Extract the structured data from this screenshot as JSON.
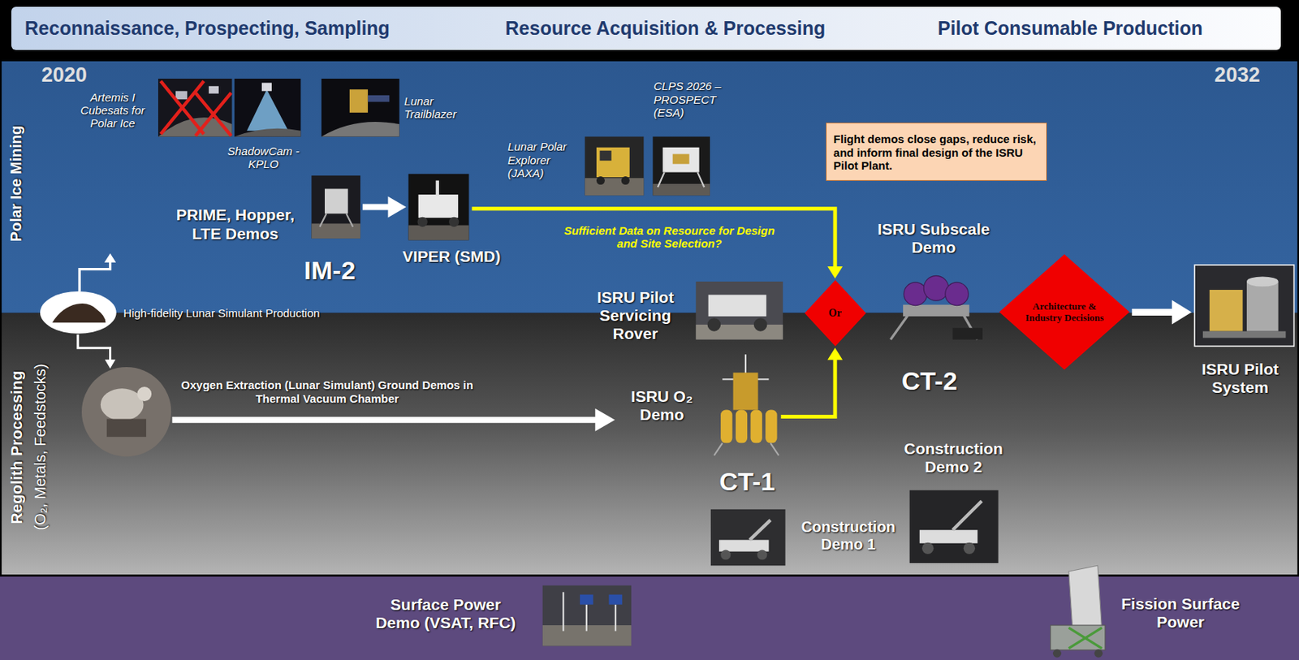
{
  "diagram": {
    "nodes": [
      {
        "text": [
          "Reconnaissance, Prospecting, Sampling",
          "Resource Acquisition & Processing",
          "Pilot Consumable Production"
        ]
      },
      {
        "text": [
          "Polar Ice Mining"
        ]
      },
      {
        "text": [
          "Regolith Processing",
          "(O₂, Metals, Feedstocks)"
        ]
      },
      {
        "text": [
          "PRIME, Hopper, LTE Demos",
          "IM-2"
        ],
        "in": 1
      },
      {
        "text": [
          "VIPER (SMD)"
        ],
        "in": 1
      },
      {
        "text": [
          "High-fidelity Lunar Simulant Production"
        ]
      },
      {
        "text": [
          "Oxygen Extraction (Lunar Simulant) Ground Demos in Thermal Vacuum Chamber"
        ],
        "in": 2
      },
      {
        "text": [
          "Flight demos close gaps, reduce risk, and inform final design of the ISRU Pilot Plant."
        ],
        "in": 1
      },
      {
        "text": [
          "ISRU O₂ Demo",
          "CT-1"
        ],
        "in": 2
      },
      {
        "text": [
          "Or"
        ]
      },
      {
        "text": [
          "Architecture & Industry Decisions"
        ]
      },
      {
        "text": [
          "ISRU Pilot System"
        ]
      }
    ],
    "edges": [
      {
        "from": 3,
        "to": 4,
        "arrow": "to"
      },
      {
        "from": 4,
        "to": 9,
        "arrow": "to",
        "label": "Sufficient Data on Resource for Design and Site Selection?"
      },
      {
        "from": 5,
        "to": 6,
        "arrow": "to"
      },
      {
        "from": 6,
        "to": 8,
        "arrow": "to"
      },
      {
        "from": 8,
        "to": 9,
        "arrow": "to"
      },
      {
        "from": 10,
        "to": 11,
        "arrow": "to"
      }
    ],
    "labels": [
      "2020",
      "2032",
      "Artemis I Cubesats for Polar Ice",
      "ShadowCam - KPLO",
      "Lunar Trailblazer",
      "CLPS 2026 – PROSPECT (ESA)",
      "Lunar Polar Explorer (JAXA)",
      "ISRU Subscale Demo",
      "CT-2",
      "ISRU Pilot Servicing Rover",
      "Construction Demo 2",
      "Construction Demo 1",
      "Surface Power Demo (VSAT, RFC)",
      "Fission Surface Power"
    ]
  }
}
